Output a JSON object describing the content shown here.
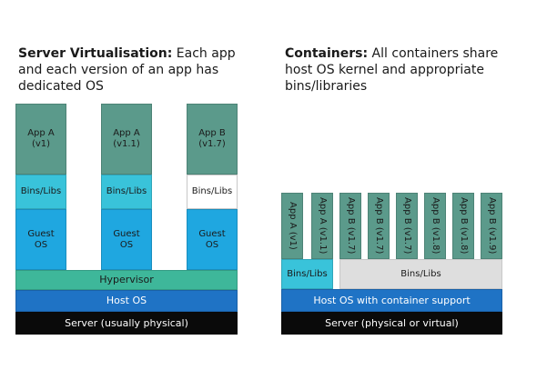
{
  "left": {
    "caption_bold": "Server Virtualisation:",
    "caption_rest": " Each app and each version of an app has dedicated OS",
    "stacks": [
      {
        "app": "App A\n(v1)",
        "bins": "Bins/Libs",
        "guest": "Guest\nOS"
      },
      {
        "app": "App A\n(v1.1)",
        "bins": "Bins/Libs",
        "guest": "Guest\nOS"
      },
      {
        "app": "App B\n(v1.7)",
        "bins": "Bins/Libs",
        "guest": "Guest\nOS"
      }
    ],
    "hypervisor": "Hypervisor",
    "host_os": "Host OS",
    "server": "Server (usually physical)"
  },
  "right": {
    "caption_bold": "Containers:",
    "caption_rest": " All containers share host OS kernel and appropriate bins/libraries",
    "apps": [
      "App A (v1)",
      "App A (v1.1)",
      "App B (v1.7)",
      "App B (v1.7)",
      "App B (v1.7)",
      "App B (v1.8)",
      "App B (v1.8)",
      "App B (v1.9)"
    ],
    "bins_small": "Bins/Libs",
    "bins_large": "Bins/Libs",
    "host_os": "Host OS with container support",
    "server": "Server (physical or virtual)"
  },
  "colors": {
    "app": "#5b9a8b",
    "bins": "#39c3da",
    "guest_os": "#1fa7e0",
    "hypervisor": "#3eb79a",
    "host_os": "#1f73c5",
    "server": "#0a0a0a",
    "shared_bins": "#dedede"
  }
}
